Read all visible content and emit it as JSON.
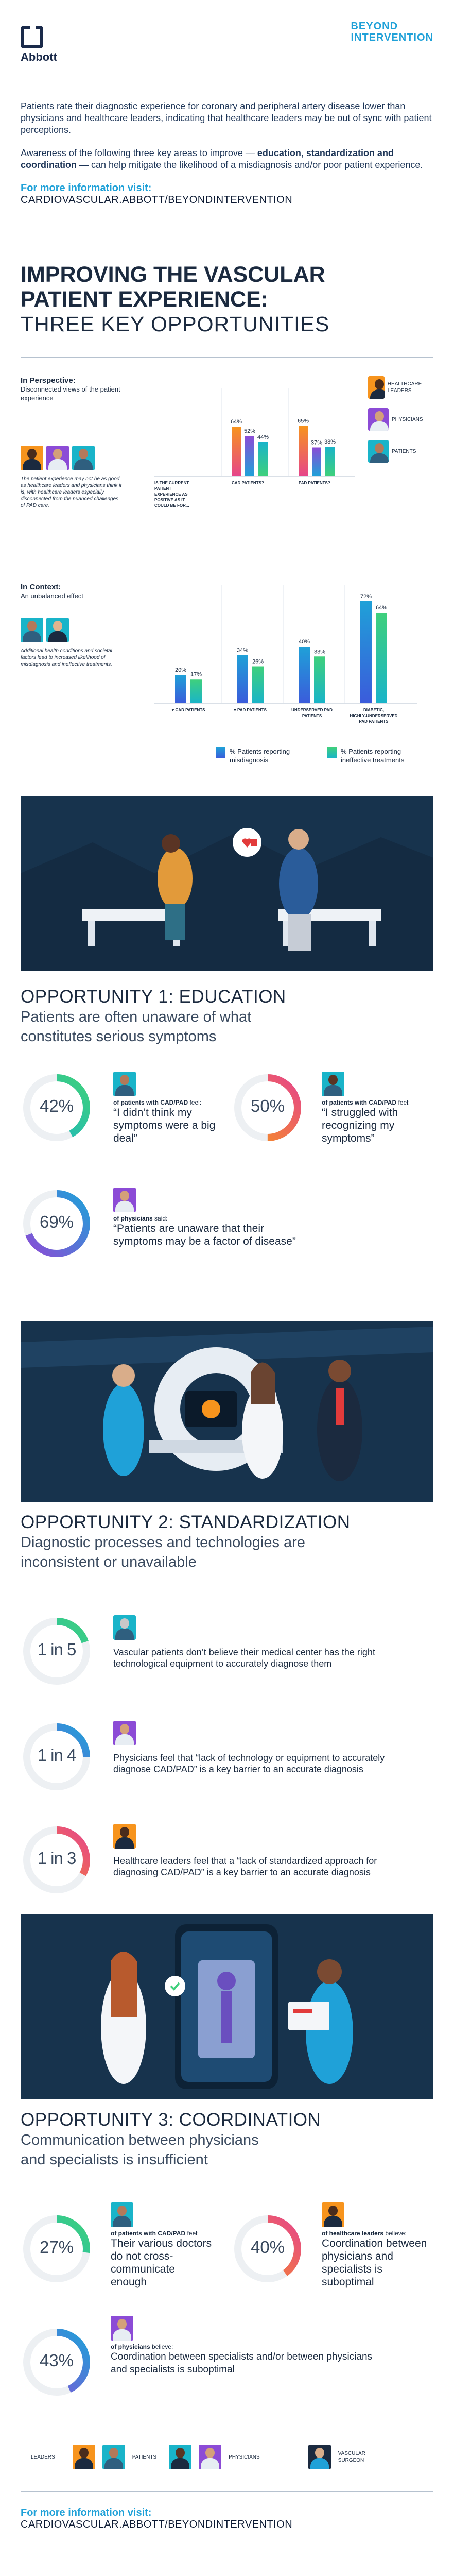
{
  "header": {
    "logo_text": "Abbott",
    "brand_line1": "BEYOND",
    "brand_line2": "INTERVENTION"
  },
  "intro": {
    "p1": "Patients rate their diagnostic experience for coronary and peripheral artery disease lower than physicians and healthcare leaders, indicating that healthcare leaders may be out of sync with patient perceptions.",
    "p2_pre": "Awareness of the following three key areas to improve — ",
    "p2_bold": "education, standardization and coordination",
    "p2_post": " — can help mitigate the likelihood of a misdiagnosis and/or poor patient experience.",
    "more_label": "For more information visit:",
    "more_url": "CARDIOVASCULAR.ABBOTT/BEYONDINTERVENTION"
  },
  "title": {
    "line1": "IMPROVING THE VASCULAR",
    "line2": "PATIENT EXPERIENCE:",
    "line3": "THREE KEY OPPORTUNITIES"
  },
  "perspective": {
    "heading": "In Perspective:",
    "sub": "Disconnected views of the patient experience",
    "note": "The patient experience may not be as good as healthcare leaders and physicians think it is, with healthcare leaders especially disconnected from the nuanced challenges of PAD care.",
    "legend": [
      "HEALTHCARE LEADERS",
      "PHYSICIANS",
      "PATIENTS"
    ]
  },
  "context": {
    "heading": "In Context:",
    "sub": "An unbalanced effect",
    "note": "Additional health conditions and societal factors lead to increased likelihood of misdiagnosis and ineffective treatments.",
    "legend": [
      "% Patients reporting misdiagnosis",
      "% Patients reporting ineffective treatments"
    ]
  },
  "chart_data": [
    {
      "type": "bar",
      "title": "",
      "categories": [
        "IS THE CURRENT PATIENT EXPERIENCE AS POSITIVE AS IT COULD BE FOR...",
        "CAD PATIENTS?",
        "PAD PATIENTS?"
      ],
      "series": [
        {
          "name": "HEALTHCARE LEADERS",
          "values": [
            null,
            64,
            65
          ]
        },
        {
          "name": "PHYSICIANS",
          "values": [
            null,
            52,
            37
          ]
        },
        {
          "name": "PATIENTS",
          "values": [
            null,
            44,
            38
          ]
        }
      ],
      "value_labels": [
        "64%",
        "52%",
        "44%",
        "65%",
        "37%",
        "38%"
      ],
      "ylim": [
        0,
        100
      ]
    },
    {
      "type": "bar",
      "title": "",
      "categories": [
        "CAD PATIENTS",
        "PAD PATIENTS",
        "UNDERSERVED PAD PATIENTS",
        "DIABETIC, HIGHLY-UNDERSERVED PAD PATIENTS"
      ],
      "series": [
        {
          "name": "% Patients reporting misdiagnosis",
          "values": [
            20,
            34,
            40,
            72
          ]
        },
        {
          "name": "% Patients reporting ineffective treatments",
          "values": [
            17,
            26,
            33,
            64
          ]
        }
      ],
      "value_labels": [
        "20%",
        "17%",
        "34%",
        "26%",
        "40%",
        "33%",
        "72%",
        "64%"
      ],
      "ylim": [
        0,
        80
      ]
    }
  ],
  "opp1": {
    "title": "OPPORTUNITY 1: EDUCATION",
    "sub1": "Patients are often unaware of what",
    "sub2": "constitutes serious symptoms",
    "stats": [
      {
        "value": "42%",
        "pct": 42,
        "who_bold": "of patients with CAD/PAD",
        "who_rest": " feel:",
        "quote": "“I didn’t think my symptoms were a big deal”"
      },
      {
        "value": "50%",
        "pct": 50,
        "who_bold": "of patients with CAD/PAD",
        "who_rest": " feel:",
        "quote": "“I struggled with recognizing my symptoms”"
      },
      {
        "value": "69%",
        "pct": 69,
        "who_bold": "of physicians",
        "who_rest": " said:",
        "quote": "“Patients are unaware that their symptoms may be a factor of disease”"
      }
    ]
  },
  "opp2": {
    "title": "OPPORTUNITY 2: STANDARDIZATION",
    "sub1": "Diagnostic processes and technologies are",
    "sub2": "inconsistent or unavailable",
    "stats": [
      {
        "value": "1 in 5",
        "pct": 20,
        "text": "Vascular patients don’t believe their medical center has the right technological equipment to accurately diagnose them"
      },
      {
        "value": "1 in 4",
        "pct": 25,
        "text": "Physicians feel that “lack of technology or equipment to accurately diagnose CAD/PAD” is a key barrier to an accurate diagnosis"
      },
      {
        "value": "1 in 3",
        "pct": 33,
        "text": "Healthcare leaders feel that a “lack of standardized approach for diagnosing CAD/PAD” is a key barrier to an accurate diagnosis"
      }
    ]
  },
  "opp3": {
    "title": "OPPORTUNITY 3: COORDINATION",
    "sub1": "Communication between physicians",
    "sub2": "and specialists is insufficient",
    "stats": [
      {
        "value": "27%",
        "pct": 27,
        "who_bold": "of patients with CAD/PAD",
        "who_rest": " feel:",
        "text": "Their various doctors do not cross-communicate enough"
      },
      {
        "value": "40%",
        "pct": 40,
        "who_bold": "of healthcare leaders",
        "who_rest": " believe:",
        "text": "Coordination between physicians and specialists is suboptimal"
      },
      {
        "value": "43%",
        "pct": 43,
        "who_bold": "of physicians",
        "who_rest": " believe:",
        "text": "Coordination between specialists and/or between physicians and specialists is suboptimal"
      }
    ]
  },
  "footer": {
    "legend": [
      "LEADERS",
      "PATIENTS",
      "PHYSICIANS",
      "VASCULAR SURGEON"
    ],
    "more_label": "For more information visit:",
    "more_url": "CARDIOVASCULAR.ABBOTT/BEYONDINTERVENTION"
  },
  "colors": {
    "navy": "#17334d",
    "blue": "#1fa1d8",
    "orange": "#f7941d",
    "purple": "#8c4bd6",
    "teal": "#19b4c9",
    "green": "#3fd07c",
    "pink": "#e6468a"
  }
}
